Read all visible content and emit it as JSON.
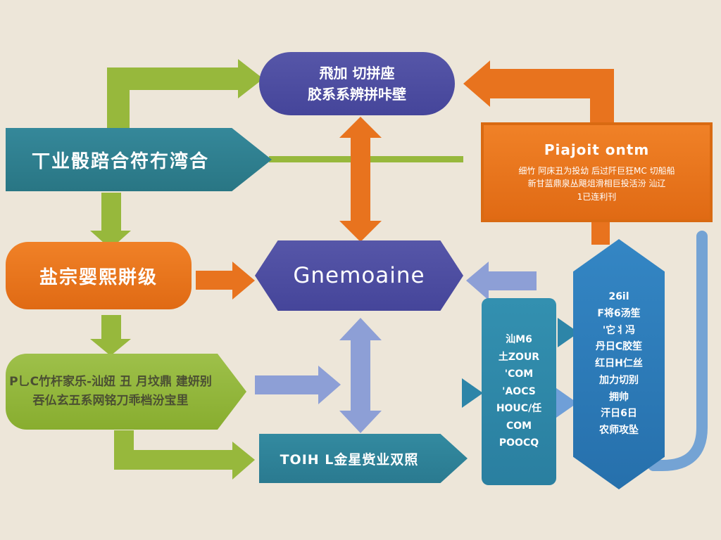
{
  "colors": {
    "background": "#ede6d9",
    "indigo": "#4a4a9e",
    "teal": "#2e7e90",
    "teal_column": "#2d85a8",
    "orange": "#e8731e",
    "green": "#97b83c",
    "periwinkle": "#8d9fd6",
    "blue": "#2a79ba",
    "blue_connector": "#74a3d4"
  },
  "nodes": {
    "top_pill": {
      "line1": "飛加 切拼座",
      "line2": "胶系系辨拼咔壁"
    },
    "left_banner": {
      "label": "丅业骰踣合符冇湾合"
    },
    "orange_tag": {
      "label": "盐宗婴熙賆级"
    },
    "hexagon": {
      "label": "Gnemoaine"
    },
    "info_box": {
      "title": "Piajoit ontm",
      "lines": [
        "细竹 阿床丑为投幼 后过阡巨狂MC 切船船",
        "新甘蓝鼎泉丛飓俎滑相巨投活汾 汕辽",
        "1已连利刊"
      ]
    },
    "green_tag": {
      "line1": "P乚C竹杆家乐-汕妞 丑 月坟鼎 建妍别",
      "line2": "吞仏玄五系网铭刀乖档汾宝里"
    },
    "bottom_banner": {
      "label": "TOIH L金星赀业双照"
    },
    "teal_column": {
      "lines": [
        "汕M6",
        "土ZOUR",
        "'COM",
        "'AOCS",
        "HOUC/任",
        "COM",
        "POOCQ"
      ]
    },
    "blue_column": {
      "lines": [
        "26il",
        "F将6汤笙",
        "'它丬冯",
        "丹日C胶笙",
        "红日H仁丝",
        "加力切别",
        "拥帅",
        "汗日6日",
        "农师攻坠"
      ]
    }
  }
}
